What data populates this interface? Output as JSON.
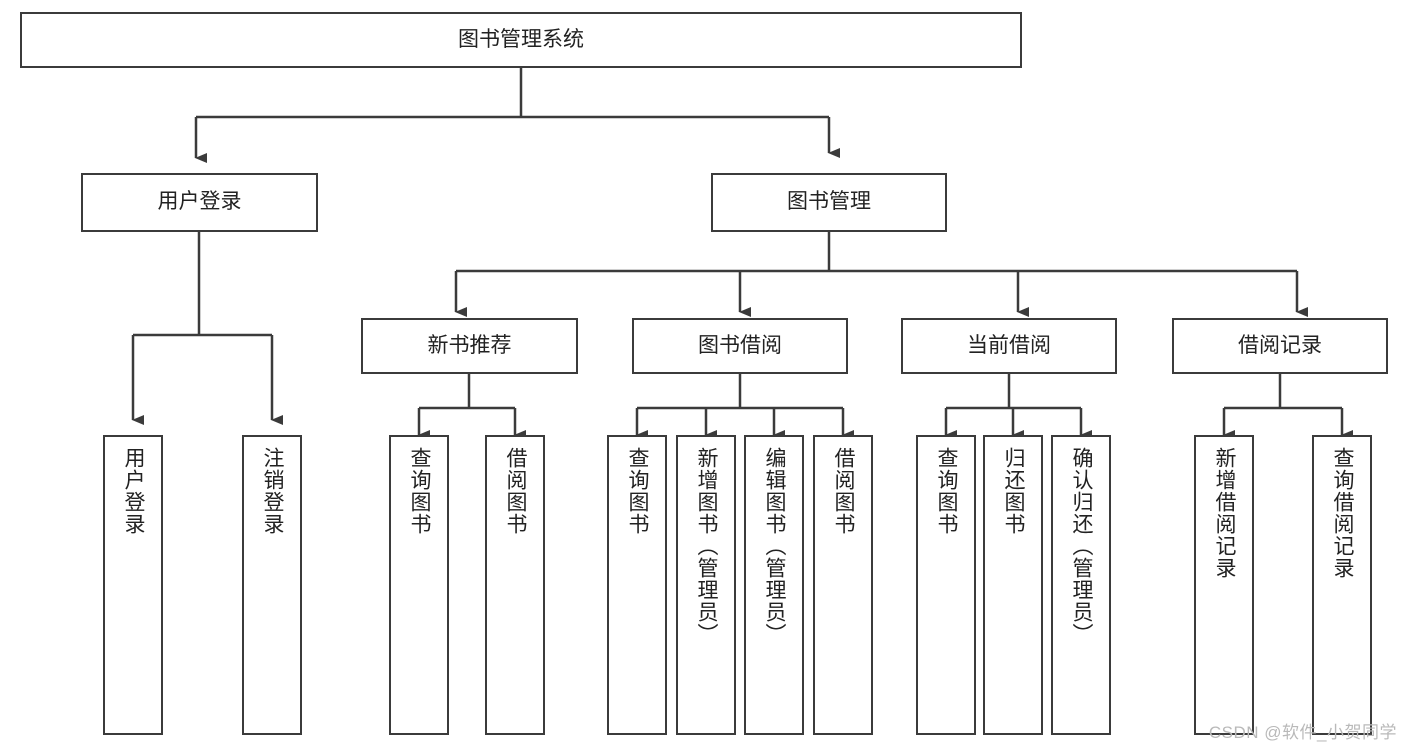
{
  "diagram": {
    "title": "图书管理系统",
    "type": "tree-hierarchy-diagram",
    "colors": {
      "stroke": "#3b3b3b",
      "fill": "#ffffff",
      "text": "#222222",
      "watermark": "#b9b9b9"
    },
    "root": {
      "label": "图书管理系统"
    },
    "level2": [
      {
        "label": "用户登录"
      },
      {
        "label": "图书管理"
      }
    ],
    "level3": [
      {
        "label": "新书推荐"
      },
      {
        "label": "图书借阅"
      },
      {
        "label": "当前借阅"
      },
      {
        "label": "借阅记录"
      }
    ],
    "leaves": {
      "user_login": [
        {
          "label": "用户登录"
        },
        {
          "label": "注销登录"
        }
      ],
      "new_book_recommend": [
        {
          "label": "查询图书"
        },
        {
          "label": "借阅图书"
        }
      ],
      "book_borrow": [
        {
          "label": "查询图书"
        },
        {
          "label": "新增图书（管理员）"
        },
        {
          "label": "编辑图书（管理员）"
        },
        {
          "label": "借阅图书"
        }
      ],
      "current_borrow": [
        {
          "label": "查询图书"
        },
        {
          "label": "归还图书"
        },
        {
          "label": "确认归还（管理员）"
        }
      ],
      "borrow_record": [
        {
          "label": "新增借阅记录"
        },
        {
          "label": "查询借阅记录"
        }
      ]
    }
  },
  "watermark": {
    "text": "CSDN @软件_小贺同学"
  }
}
